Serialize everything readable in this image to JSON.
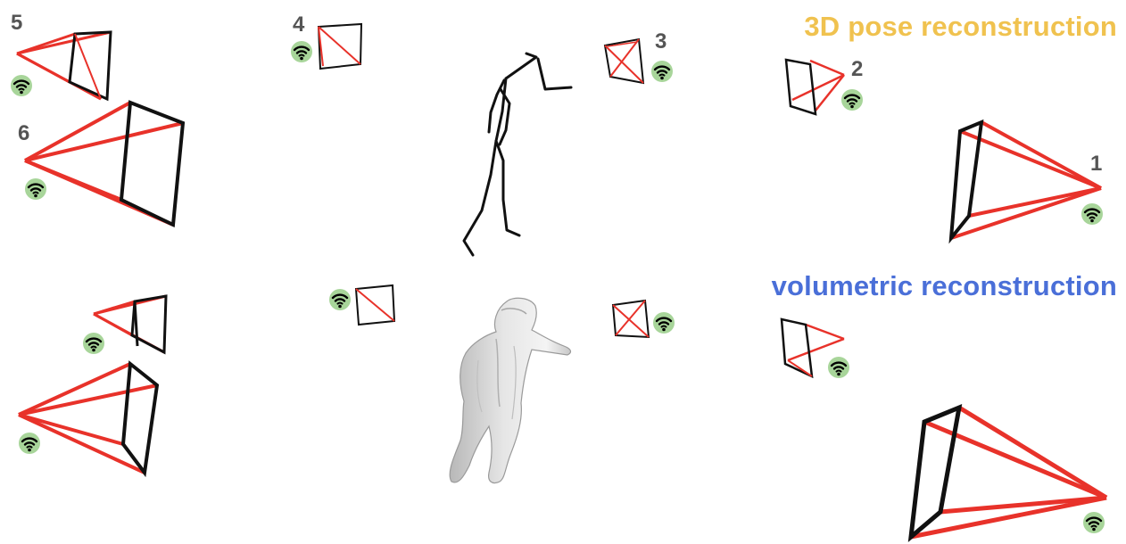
{
  "titles": {
    "pose": "3D pose reconstruction",
    "volumetric": "volumetric reconstruction"
  },
  "camera_labels": [
    "1",
    "2",
    "3",
    "4",
    "5",
    "6"
  ],
  "colors": {
    "pose_title": "#f0c24f",
    "volumetric_title": "#4a6fd8",
    "frustum_rays": "#e8322a",
    "frustum_frame": "#111111",
    "wifi_badge": "#a8d59a"
  },
  "icons": {
    "camera": "camera-frustum-icon",
    "wireless": "wifi-icon"
  }
}
